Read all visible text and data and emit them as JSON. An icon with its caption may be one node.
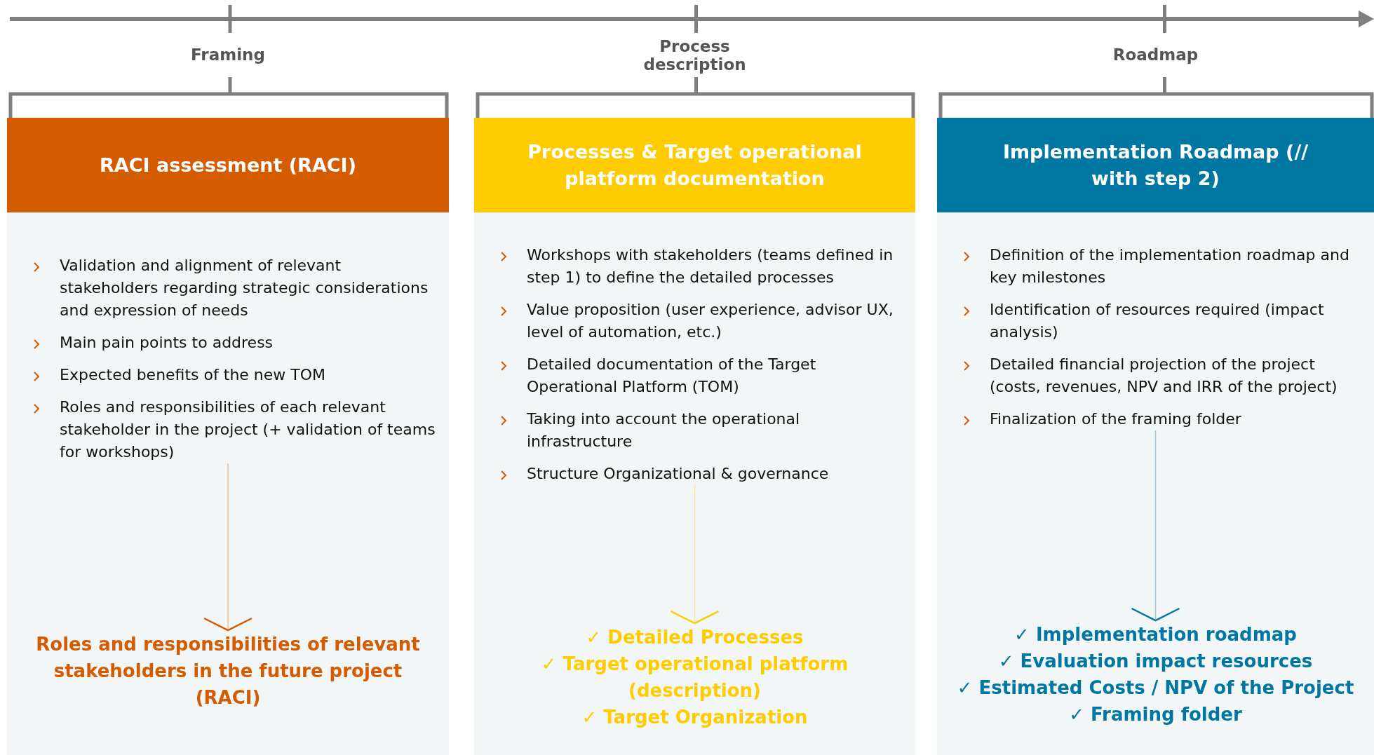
{
  "diagram": {
    "nodes": [
      {
        "text": [
          "Framing"
        ]
      },
      {
        "text": [
          "Process description"
        ]
      },
      {
        "text": [
          "Roadmap"
        ]
      },
      {
        "text": [],
        "shape": "box"
      },
      {
        "text": [
          "RACI assessment (RACI)"
        ],
        "in": 3
      },
      {
        "text": [
          "Validation and alignment of relevant stakeholders regarding strategic considerations and expression of needs",
          "Main pain points to address",
          "Expected benefits of the new TOM",
          "Roles and responsibilities of each relevant stakeholder in the project (+ validation of teams for workshops)"
        ],
        "in": 3
      },
      {
        "text": [
          "Roles and responsibilities of relevant stakeholders in the future project (RACI)"
        ],
        "in": 3
      },
      {
        "text": [],
        "shape": "box"
      },
      {
        "text": [
          "Processes & Target operational platform documentation"
        ],
        "in": 7
      },
      {
        "text": [
          "Workshops with stakeholders (teams defined in step 1) to define the detailed processes",
          "Value proposition (user experience, advisor UX, level of automation, etc.)",
          "Detailed documentation of the Target Operational Platform (TOM)",
          "Taking into account the operational infrastructure",
          "Structure Organizational & governance"
        ],
        "in": 7
      },
      {
        "text": [
          "✓ Detailed Processes",
          "✓ Target operational platform (description)",
          "✓ Target Organization"
        ],
        "in": 7
      },
      {
        "text": [],
        "shape": "box"
      },
      {
        "text": [
          "Implementation Roadmap (// with step 2)"
        ],
        "in": 11
      },
      {
        "text": [
          "Definition of the implementation roadmap and key milestones",
          "Identification of resources required (impact analysis)",
          "Detailed financial projection of the project (costs, revenues, NPV and IRR of the project)",
          "Finalization of the framing folder"
        ],
        "in": 11
      },
      {
        "text": [
          "✓ Implementation roadmap",
          "✓ Evaluation impact resources",
          "✓ Estimated Costs / NPV of the Project",
          "✓ Framing folder"
        ],
        "in": 11
      }
    ],
    "edges": [
      {
        "from": 5,
        "to": 6,
        "arrow": "to",
        "color": "#d45b00"
      },
      {
        "from": 9,
        "to": 10,
        "arrow": "to",
        "color": "#ffcc00"
      },
      {
        "from": 13,
        "to": 14,
        "arrow": "to",
        "color": "#0077a3"
      }
    ]
  }
}
